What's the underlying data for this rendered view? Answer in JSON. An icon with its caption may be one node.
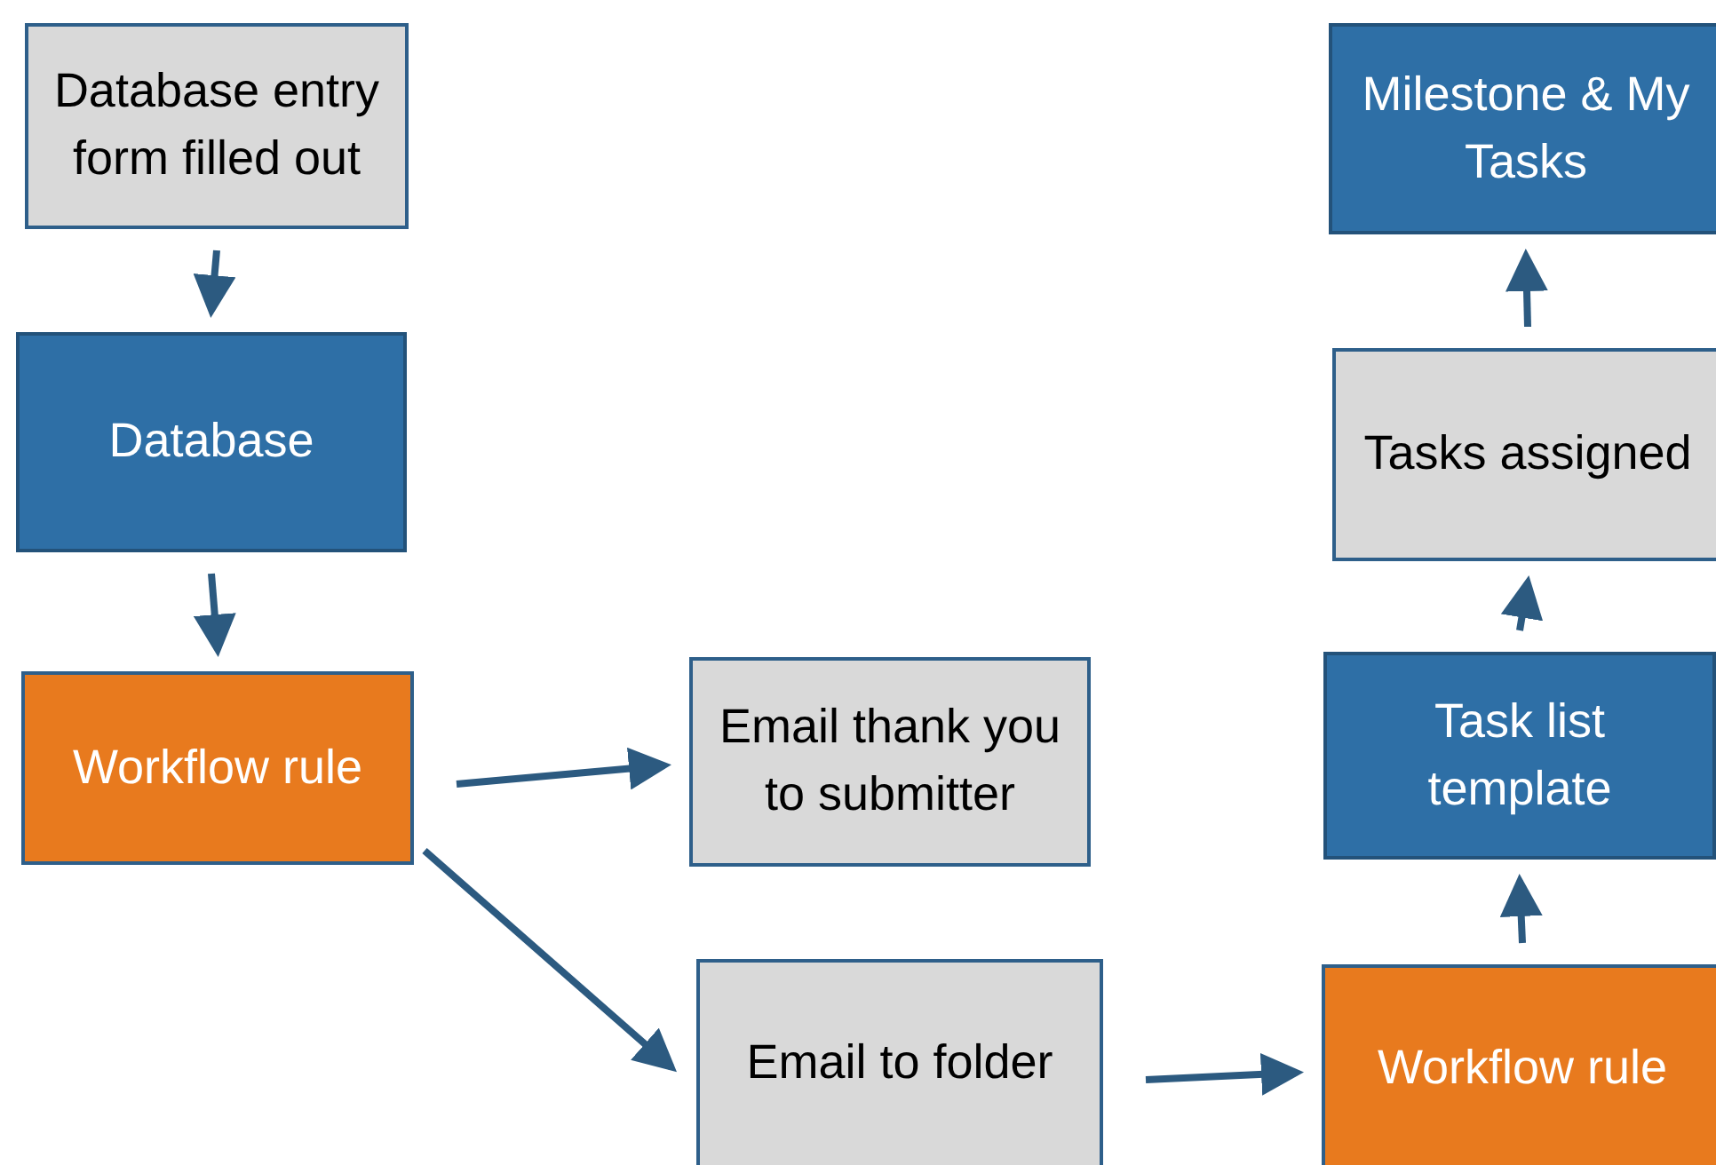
{
  "diagram": {
    "nodes": [
      {
        "text": [
          "Database entry form filled out"
        ]
      },
      {
        "text": [
          "Database"
        ]
      },
      {
        "text": [
          "Workflow rule"
        ]
      },
      {
        "text": [
          "Email thank you to submitter"
        ]
      },
      {
        "text": [
          "Email to folder"
        ]
      },
      {
        "text": [
          "Workflow rule"
        ]
      },
      {
        "text": [
          "Task list template"
        ]
      },
      {
        "text": [
          "Tasks assigned"
        ]
      },
      {
        "text": [
          "Milestone & My Tasks"
        ]
      }
    ],
    "edges": [
      {
        "from": 0,
        "to": 1,
        "arrow": "to"
      },
      {
        "from": 1,
        "to": 2,
        "arrow": "to"
      },
      {
        "from": 2,
        "to": 3,
        "arrow": "to"
      },
      {
        "from": 2,
        "to": 4,
        "arrow": "to"
      },
      {
        "from": 4,
        "to": 5,
        "arrow": "to"
      },
      {
        "from": 5,
        "to": 6,
        "arrow": "to"
      },
      {
        "from": 6,
        "to": 7,
        "arrow": "to"
      },
      {
        "from": 7,
        "to": 8,
        "arrow": "to"
      }
    ]
  }
}
